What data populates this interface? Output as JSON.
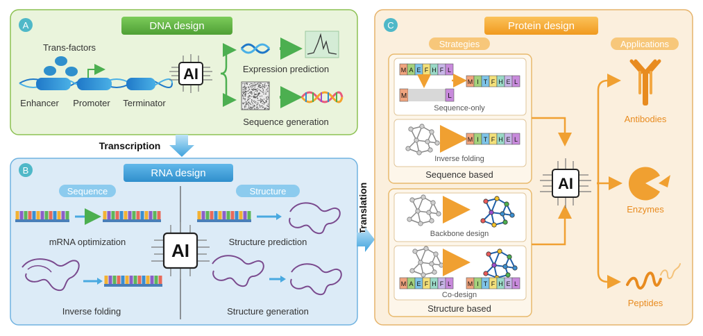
{
  "dna": {
    "badge": "A",
    "title": "DNA design",
    "trans_factors": "Trans-factors",
    "enhancer": "Enhancer",
    "promoter": "Promoter",
    "terminator": "Terminator",
    "expression_prediction": "Expression prediction",
    "sequence_generation": "Sequence generation"
  },
  "transcription": "Transcription",
  "translation": "Translation",
  "rna": {
    "badge": "B",
    "title": "RNA design",
    "sequence_header": "Sequence",
    "structure_header": "Structure",
    "mrna_optimization": "mRNA optimization",
    "inverse_folding": "Inverse folding",
    "structure_prediction": "Structure prediction",
    "structure_generation": "Structure generation"
  },
  "protein": {
    "badge": "C",
    "title": "Protein design",
    "strategies_header": "Strategies",
    "applications_header": "Applications",
    "sequence_only": "Sequence-only",
    "inverse_folding": "Inverse folding",
    "sequence_based": "Sequence based",
    "backbone_design": "Backbone design",
    "co_design": "Co-design",
    "structure_based": "Structure based",
    "antibodies": "Antibodies",
    "enzymes": "Enzymes",
    "peptides": "Peptides"
  },
  "ai_label": "AI",
  "sequences": {
    "input_letters": [
      "M",
      "A",
      "E",
      "F",
      "H",
      "F",
      "L"
    ],
    "output_letters": [
      "M",
      "I",
      "T",
      "F",
      "H",
      "E",
      "L"
    ],
    "masked_start": "M",
    "masked_end": "L"
  },
  "colors": {
    "dna_panel": "#eaf4dc",
    "dna_border": "#8cc152",
    "rna_panel": "#dcebf7",
    "rna_border": "#6fb2e0",
    "protein_panel": "#fbefdd",
    "protein_border": "#e6b36b",
    "orange": "#f0a031",
    "green_arrow": "#4caf50",
    "blue_arrow": "#49a9e0"
  }
}
